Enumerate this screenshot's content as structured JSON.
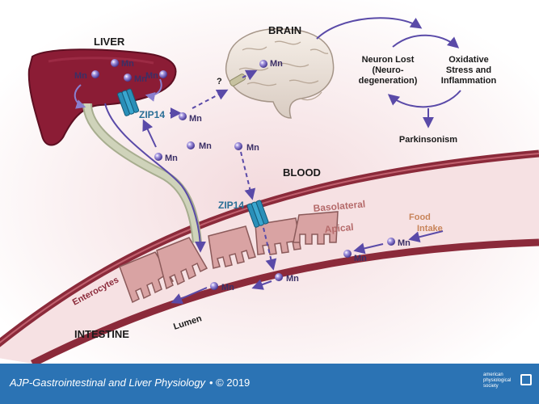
{
  "labels": {
    "liver": "LIVER",
    "brain": "BRAIN",
    "blood": "BLOOD",
    "intestine": "INTESTINE",
    "lumen": "Lumen",
    "enterocytes": "Enterocytes",
    "basolateral": "Basolateral",
    "apical": "Apical",
    "food_intake_1": "Food",
    "food_intake_2": "Intake",
    "question": "?",
    "zip14_liver": "ZIP14",
    "zip14_intestine": "ZIP14"
  },
  "mn": "Mn",
  "brain_cycle": {
    "neuron_lost_1": "Neuron Lost",
    "neuron_lost_2": "(Neuro-",
    "neuron_lost_3": "degeneration)",
    "oxidative_1": "Oxidative",
    "oxidative_2": "Stress and",
    "oxidative_3": "Inflammation",
    "parkinsonism": "Parkinsonism"
  },
  "footer": {
    "journal": "AJP-Gastrointestinal and Liver Physiology",
    "year": "• © 2019",
    "logo_1": "american",
    "logo_2": "physiological",
    "logo_3": "society"
  },
  "colors": {
    "liver": "#8b1c35",
    "arrow": "#5a4aa8",
    "intestine_wall": "#8b2a3a",
    "enterocyte": "#d9a3a3",
    "zip14": "#2a8fb8",
    "footer": "#2b73b4"
  }
}
